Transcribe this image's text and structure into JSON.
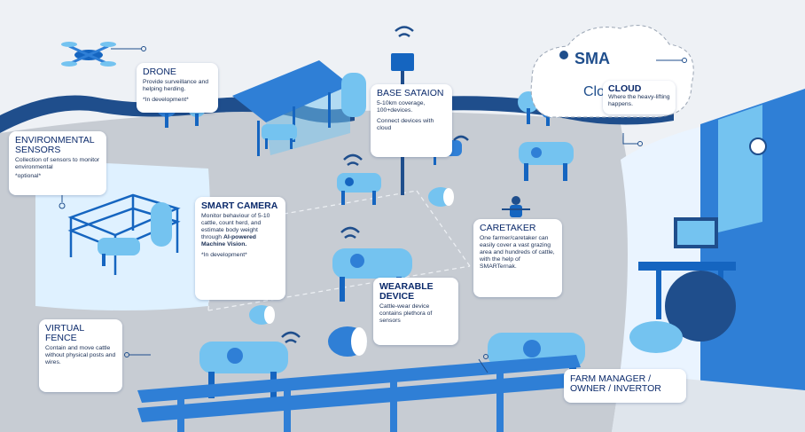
{
  "drone": {
    "title": "DRONE",
    "body": "Provide surveillance and helping herding.",
    "note": "*In development*"
  },
  "environmental_sensors": {
    "title_line1": "ENVIRONMENTAL",
    "title_line2": "SENSORS",
    "body": "Collection of sensors to monitor environmental",
    "note": "*optional*"
  },
  "smart_camera": {
    "title": "SMART CAMERA",
    "body": "Monitor behaviour of 5-10 cattle, count herd, and estimate body weight through",
    "body_bold": "AI-powered Machine Vision.",
    "note": "*In development*"
  },
  "base_station": {
    "title": "BASE SATAION",
    "body": "5-10km coverage, 100+devices.",
    "note": "Connect devices with cloud"
  },
  "cloud": {
    "title": "CLOUD",
    "body": "Where the heavy-lifting happens.",
    "logo_text": "SMA",
    "logo_subtext": "Clo"
  },
  "caretaker": {
    "title": "CARETAKER",
    "body": "One farmer/caretaker can easily cover a vast grazing area and hundreds of cattle, with the help of SMARTernak."
  },
  "wearable_device": {
    "title_line1": "WEARABLE",
    "title_line2": "DEVICE",
    "body": "Cattle-wear device contains plethora of sensors"
  },
  "virtual_fence": {
    "title_line1": "VIRTUAL",
    "title_line2": "FENCE",
    "body": "Contain and move cattle without physical posts and wires."
  },
  "farm_manager": {
    "title_line1": "FARM MANAGER /",
    "title_line2": "OWNER / INVERTOR"
  },
  "colors": {
    "sky": "#e9edf2",
    "ground": "#c9cdd3",
    "river": "#1f4e8c",
    "cow_light": "#74c3f0",
    "cow_dark": "#1565c0",
    "card_text": "#0b2a6b",
    "room": "#2f7fd6"
  }
}
